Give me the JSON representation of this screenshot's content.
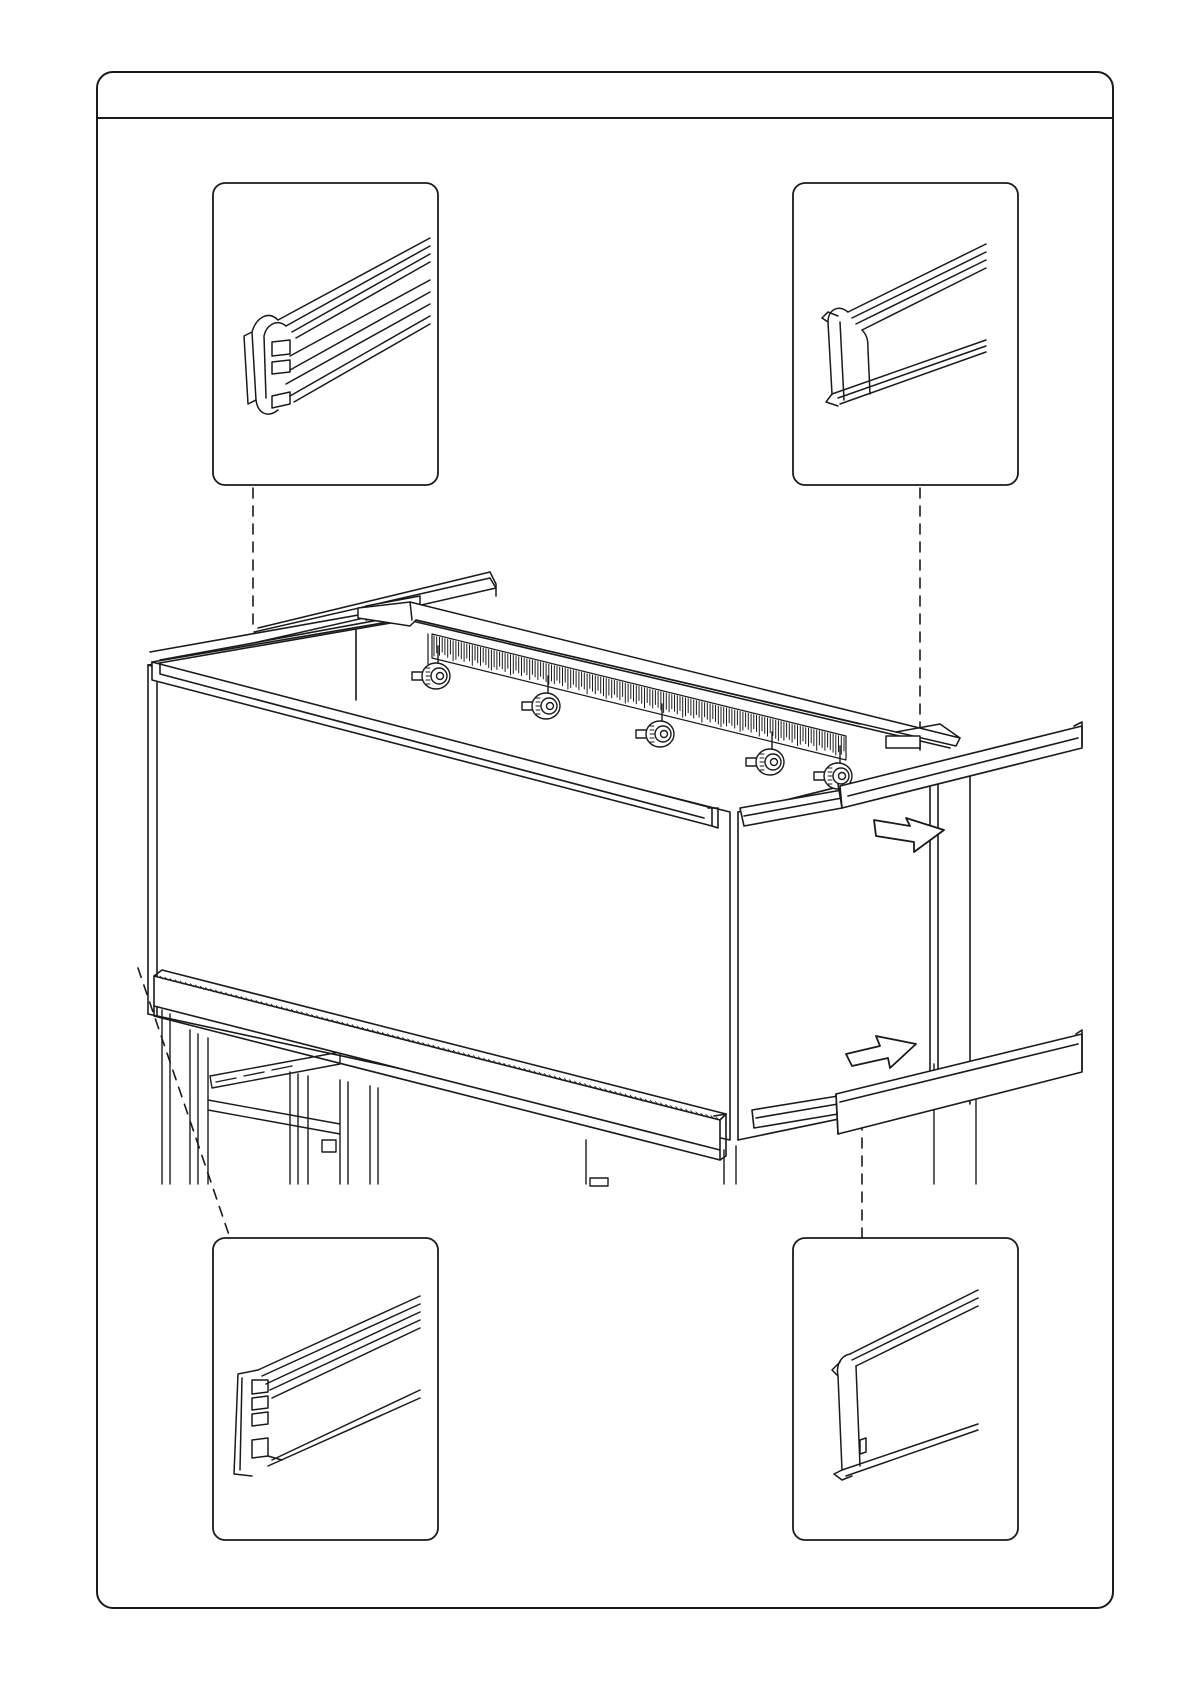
{
  "page": {
    "header_text": "",
    "figure_type": "assembly-instruction-diagram"
  },
  "colors": {
    "ink": "#1a1a1a",
    "paper": "#ffffff",
    "panel_fill": "#ffffff"
  },
  "callouts": [
    {
      "id": "top-left",
      "part": "top-front-rail-profile"
    },
    {
      "id": "top-right",
      "part": "top-side-clip-profile"
    },
    {
      "id": "bottom-left",
      "part": "bottom-front-rail-profile"
    },
    {
      "id": "bottom-right",
      "part": "bottom-side-clip-profile"
    }
  ],
  "arrows": [
    {
      "id": "upper-arrow",
      "direction": "right"
    },
    {
      "id": "lower-arrow",
      "direction": "right"
    }
  ],
  "nozzle_count": 5
}
